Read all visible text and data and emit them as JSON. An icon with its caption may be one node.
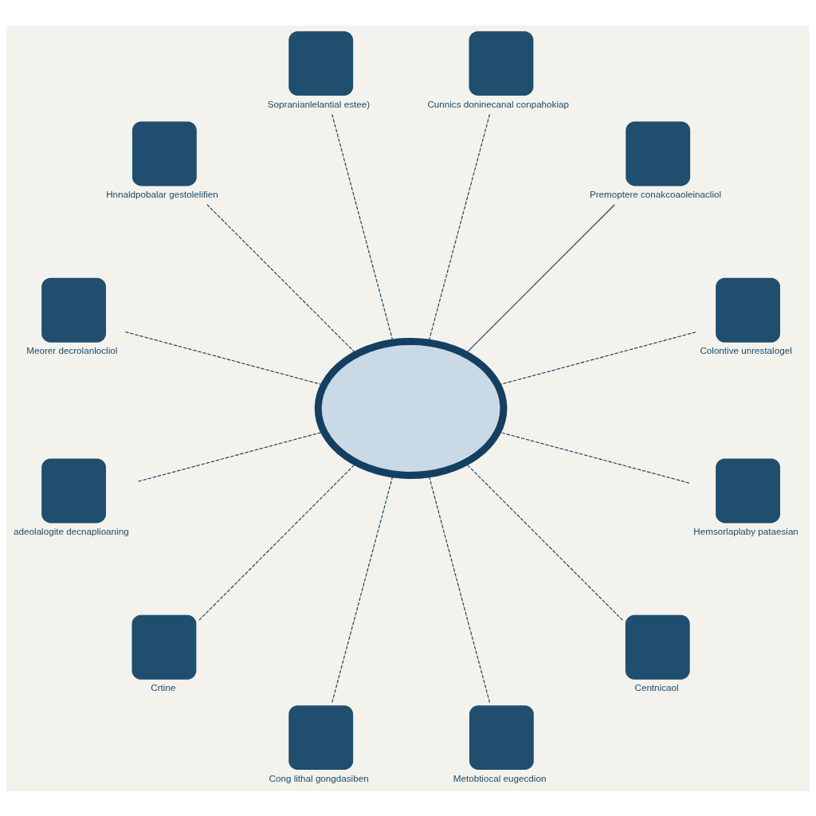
{
  "diagram": {
    "nodes": [
      {
        "text": [
          "Colontive unrestalogel"
        ]
      },
      {
        "text": [
          "Premoptere conakcoaoleinacliol"
        ]
      },
      {
        "text": [
          "Cunnics doninecanal conpahokiap"
        ]
      },
      {
        "text": [
          "Sopranianlelantial estee)"
        ]
      },
      {
        "text": [
          "Hnnaldpobalar gestolelifien"
        ]
      },
      {
        "text": [
          "Meorer decrolanlocliol"
        ]
      },
      {
        "text": [
          "adeolalogite decnaplioaning"
        ]
      },
      {
        "text": [
          "Crtine"
        ]
      },
      {
        "text": [
          "Cong lithal gongdasiben"
        ]
      },
      {
        "text": [
          "Metobtiocal eugecdion"
        ]
      },
      {
        "text": [
          "Centnicaol"
        ]
      },
      {
        "text": [
          "Hemsorlaplaby pataesian"
        ]
      },
      {
        "text": [],
        "shape": "ellipse"
      }
    ],
    "edges": [
      {
        "from": 4,
        "to": 12,
        "arrow": "none",
        "style": "dashed"
      },
      {
        "from": 2,
        "to": 12,
        "arrow": "none",
        "style": "dashed"
      },
      {
        "from": 1,
        "to": 12,
        "arrow": "none"
      },
      {
        "from": 0,
        "to": 12,
        "arrow": "none",
        "style": "dashed"
      },
      {
        "from": 3,
        "to": 12,
        "arrow": "none",
        "style": "dashed"
      },
      {
        "from": 5,
        "to": 12,
        "arrow": "none",
        "style": "dashed"
      },
      {
        "from": 7,
        "to": 12,
        "arrow": "none",
        "style": "dashed"
      },
      {
        "from": 9,
        "to": 12,
        "arrow": "none",
        "style": "dashed"
      },
      {
        "from": 10,
        "to": 12,
        "arrow": "none",
        "style": "dashed"
      },
      {
        "from": 11,
        "to": 12,
        "arrow": "none",
        "style": "dashed"
      },
      {
        "from": 8,
        "to": 12,
        "arrow": "none",
        "style": "dashed"
      },
      {
        "from": 6,
        "to": 12,
        "arrow": "none",
        "style": "dashed"
      }
    ]
  }
}
